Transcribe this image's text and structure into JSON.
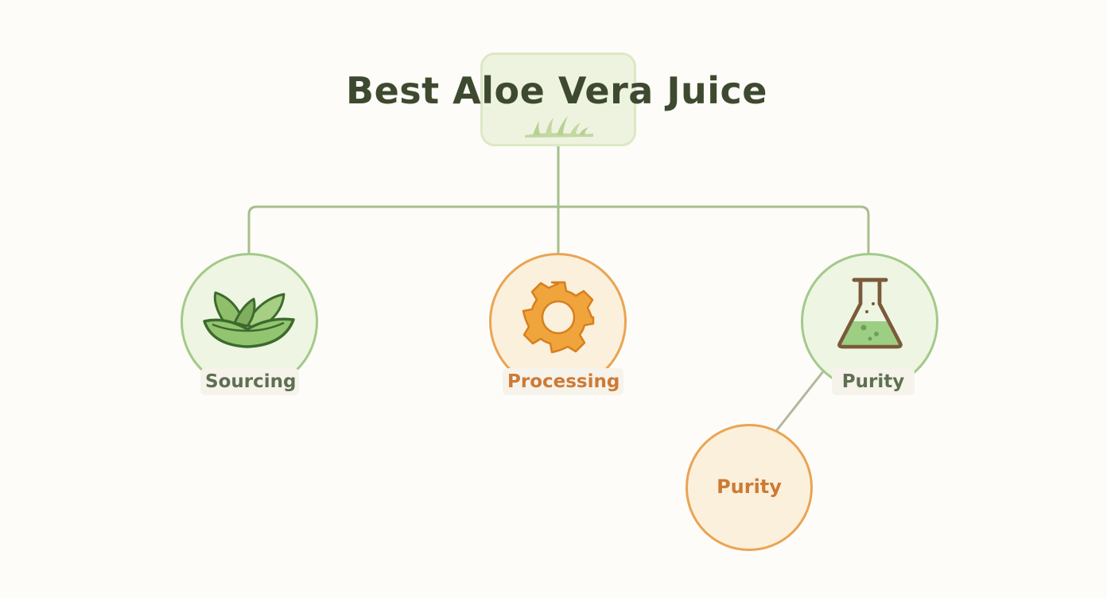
{
  "diagram": {
    "title": "Best Aloe Vera Juice",
    "nodes": [
      {
        "id": "sourcing",
        "label": "Sourcing",
        "icon": "leaf-icon"
      },
      {
        "id": "processing",
        "label": "Processing",
        "icon": "gear-icon"
      },
      {
        "id": "purity",
        "label": "Purity",
        "icon": "flask-icon"
      },
      {
        "id": "purity-sub",
        "label": "Purity"
      }
    ],
    "colors": {
      "green_stroke": "#a3c98a",
      "green_fill": "#eef5e2",
      "orange_stroke": "#eaa454",
      "orange_fill": "#fbf0dc",
      "title_text": "#3e4a30",
      "connector": "#a3b98a"
    }
  }
}
